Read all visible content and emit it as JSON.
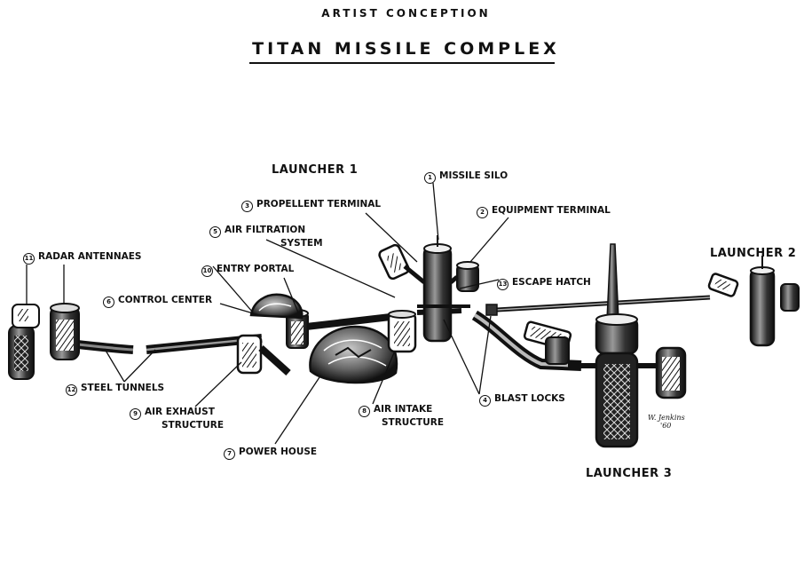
{
  "header": {
    "supertitle": "ARTIST CONCEPTION",
    "title": "TITAN MISSILE COMPLEX"
  },
  "launchers": {
    "l1": "LAUNCHER 1",
    "l2": "LAUNCHER 2",
    "l3": "LAUNCHER 3"
  },
  "callouts": [
    {
      "id": "missile-silo",
      "num": "1",
      "text": "MISSILE SILO"
    },
    {
      "id": "equipment-terminal",
      "num": "2",
      "text": "EQUIPMENT TERMINAL"
    },
    {
      "id": "propellent-terminal",
      "num": "3",
      "text": "PROPELLENT TERMINAL"
    },
    {
      "id": "blast-locks",
      "num": "4",
      "text": "BLAST LOCKS"
    },
    {
      "id": "air-filtration",
      "num": "5",
      "text": "AIR FILTRATION",
      "text2": "SYSTEM"
    },
    {
      "id": "control-center",
      "num": "6",
      "text": "CONTROL CENTER"
    },
    {
      "id": "power-house",
      "num": "7",
      "text": "POWER HOUSE"
    },
    {
      "id": "air-intake",
      "num": "8",
      "text": "AIR INTAKE",
      "text2": "STRUCTURE"
    },
    {
      "id": "air-exhaust",
      "num": "9",
      "text": "AIR EXHAUST",
      "text2": "STRUCTURE"
    },
    {
      "id": "entry-portal",
      "num": "10",
      "text": "ENTRY PORTAL"
    },
    {
      "id": "radar-antennaes",
      "num": "11",
      "text": "RADAR ANTENNAES"
    },
    {
      "id": "steel-tunnels",
      "num": "12",
      "text": "STEEL TUNNELS"
    },
    {
      "id": "escape-hatch",
      "num": "13",
      "text": "ESCAPE HATCH"
    }
  ],
  "signature": {
    "name": "W. Jenkins",
    "year": "'60"
  }
}
